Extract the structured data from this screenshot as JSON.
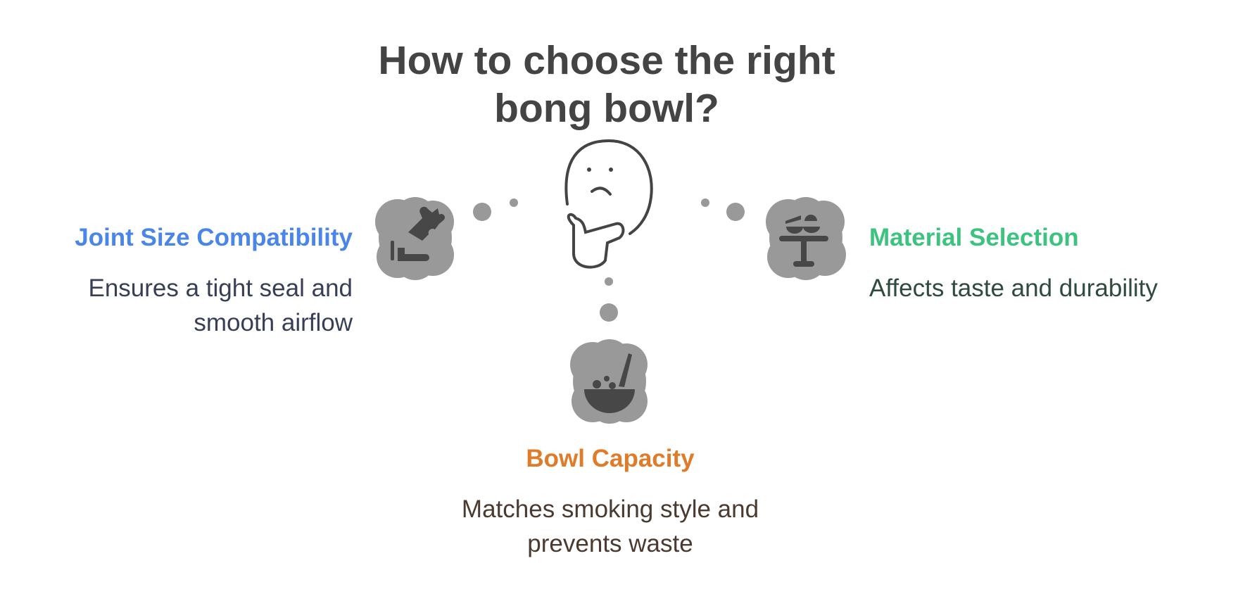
{
  "title": {
    "line1": "How to choose the right",
    "line2": "bong bowl?"
  },
  "colors": {
    "joint": "#4a86e8",
    "material": "#3cc37f",
    "bowl": "#e07b2a",
    "blob": "#999999",
    "icon": "#474747"
  },
  "items": [
    {
      "title": "Joint Size Compatibility",
      "desc1": "Ensures a tight seal and",
      "desc2": "smooth airflow",
      "icon": "puzzle-icon"
    },
    {
      "title": "Material Selection",
      "desc1": "Affects taste and durability",
      "icon": "bowls-on-stand-icon"
    },
    {
      "title": "Bowl Capacity",
      "desc1": "Matches smoking style and",
      "desc2": "prevents waste",
      "icon": "mortar-bowl-icon"
    }
  ]
}
